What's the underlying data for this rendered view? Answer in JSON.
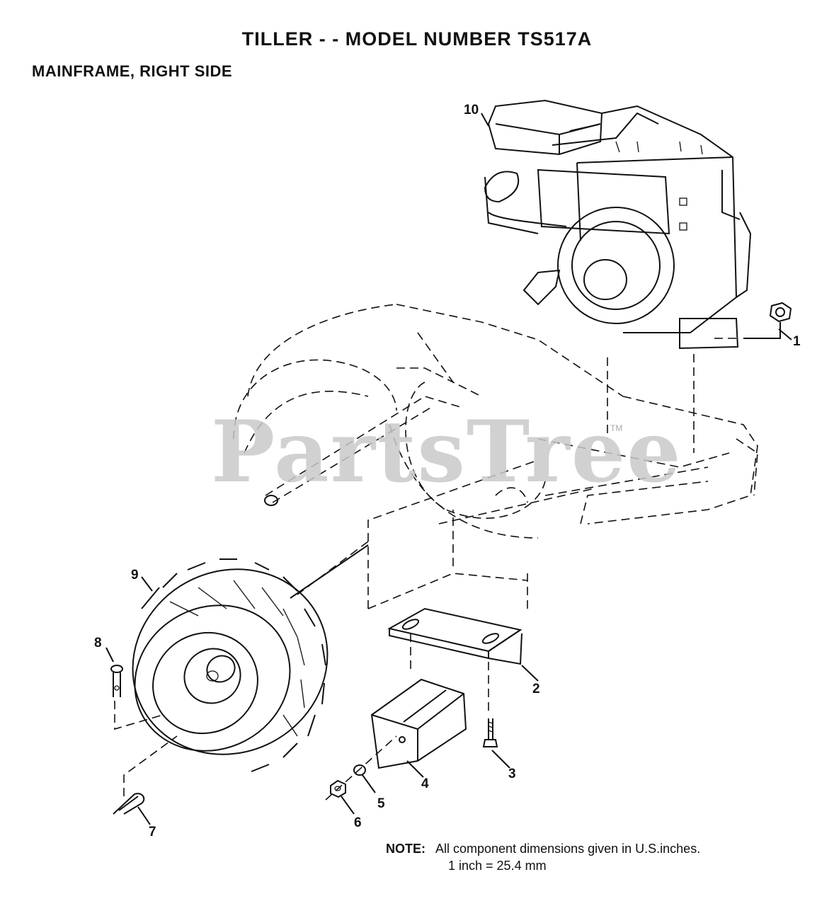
{
  "title": "TILLER - - MODEL NUMBER TS517A",
  "subtitle": "MAINFRAME, RIGHT SIDE",
  "watermark": "PartsTree",
  "watermark_tm": "TM",
  "callouts": {
    "c1": "1",
    "c2": "2",
    "c3": "3",
    "c4": "4",
    "c5": "5",
    "c6": "6",
    "c7": "7",
    "c8": "8",
    "c9": "9",
    "c10": "10"
  },
  "note": {
    "label": "NOTE:",
    "line1": "All component dimensions given in U.S.inches.",
    "line2": "1 inch = 25.4 mm"
  }
}
